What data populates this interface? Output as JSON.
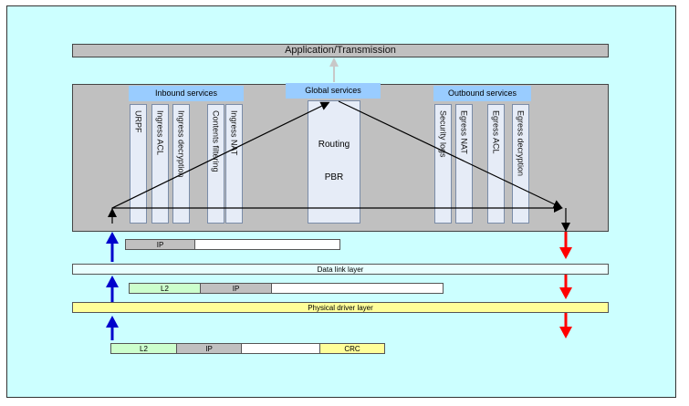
{
  "top_bar": "Application/Transmission",
  "group_labels": {
    "inbound": "Inbound services",
    "global": "Global services",
    "outbound": "Outbound services"
  },
  "inbound_columns": [
    "URPF",
    "Ingress ACL",
    "Ingress decryption",
    "Contents filtering",
    "Ingress NAT"
  ],
  "outbound_columns": [
    "Security logs",
    "Egress NAT",
    "Egress ACL",
    "Egress decryption"
  ],
  "global_box": {
    "line1": "Routing",
    "line2": "PBR"
  },
  "ip_packet": {
    "ip": "IP"
  },
  "data_link_layer": "Data link layer",
  "l2_packet": {
    "l2": "L2",
    "ip": "IP"
  },
  "physical_driver_layer": "Physical driver layer",
  "frame_packet": {
    "l2": "L2",
    "ip": "IP",
    "crc": "CRC"
  },
  "colors": {
    "background": "#ccffff",
    "gray": "#c0c0c0",
    "blue_label": "#99ccff",
    "green": "#ccffcc",
    "yellow": "#ffff99",
    "up_arrow": "#0000cc",
    "down_arrow": "#ff0000"
  }
}
